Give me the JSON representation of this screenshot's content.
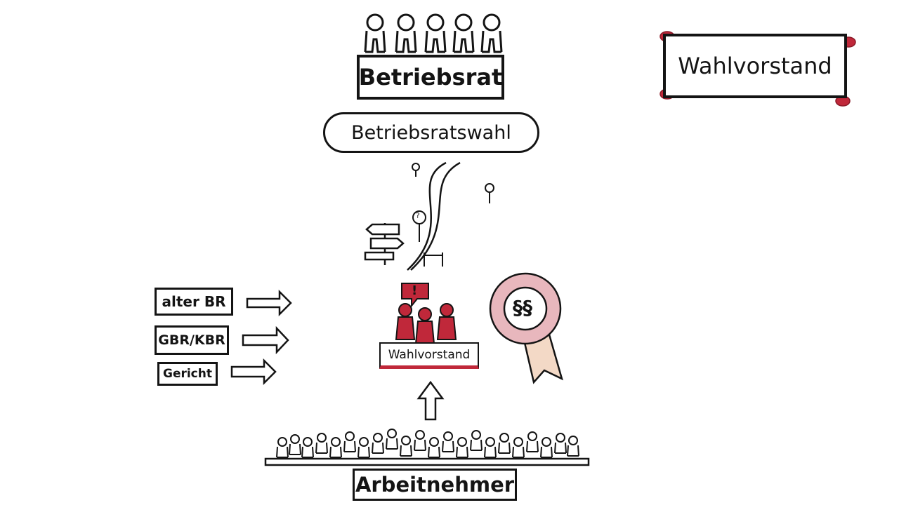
{
  "title_box": {
    "label": "Wahlvorstand"
  },
  "top": {
    "council_label": "Betriebsrat",
    "election_label": "Betriebsratswahl"
  },
  "sources": [
    {
      "label": "alter BR"
    },
    {
      "label": "GBR/KBR"
    },
    {
      "label": "Gericht"
    }
  ],
  "center": {
    "committee_label": "Wahlvorstand",
    "alert_symbol": "!",
    "seal_symbol": "§§"
  },
  "bottom": {
    "workers_label": "Arbeitnehmer"
  },
  "road": {
    "question_symbol": "?"
  },
  "colors": {
    "ink": "#141414",
    "accent": "#c0283a",
    "seal_pink": "#e8b7bd",
    "ribbon": "#f3d9c6"
  }
}
